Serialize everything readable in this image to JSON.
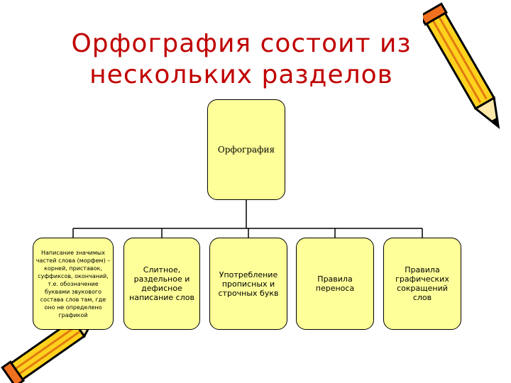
{
  "slide": {
    "title_line1": "Орфография состоит из",
    "title_line2": "нескольких разделов"
  },
  "diagram": {
    "root": "Орфография",
    "children": [
      "Написание значимых частей слова (морфем) – корней, приставок, суффиксов, окончаний, т.е. обозначение буквами звукового состава слов там, где оно не определено графикой",
      "Слитное, раздельное и дефисное написание слов",
      "Употребление прописных и строчных букв",
      "Правила переноса",
      "Правила графических сокращений слов"
    ]
  },
  "icons": [
    "pencil-icon",
    "pencil-icon"
  ],
  "colors": {
    "title": "#c00000",
    "box_fill": "#ffff99",
    "box_border": "#000000",
    "pencil_body": "#ffd21e",
    "pencil_shadow": "#e07a10"
  }
}
